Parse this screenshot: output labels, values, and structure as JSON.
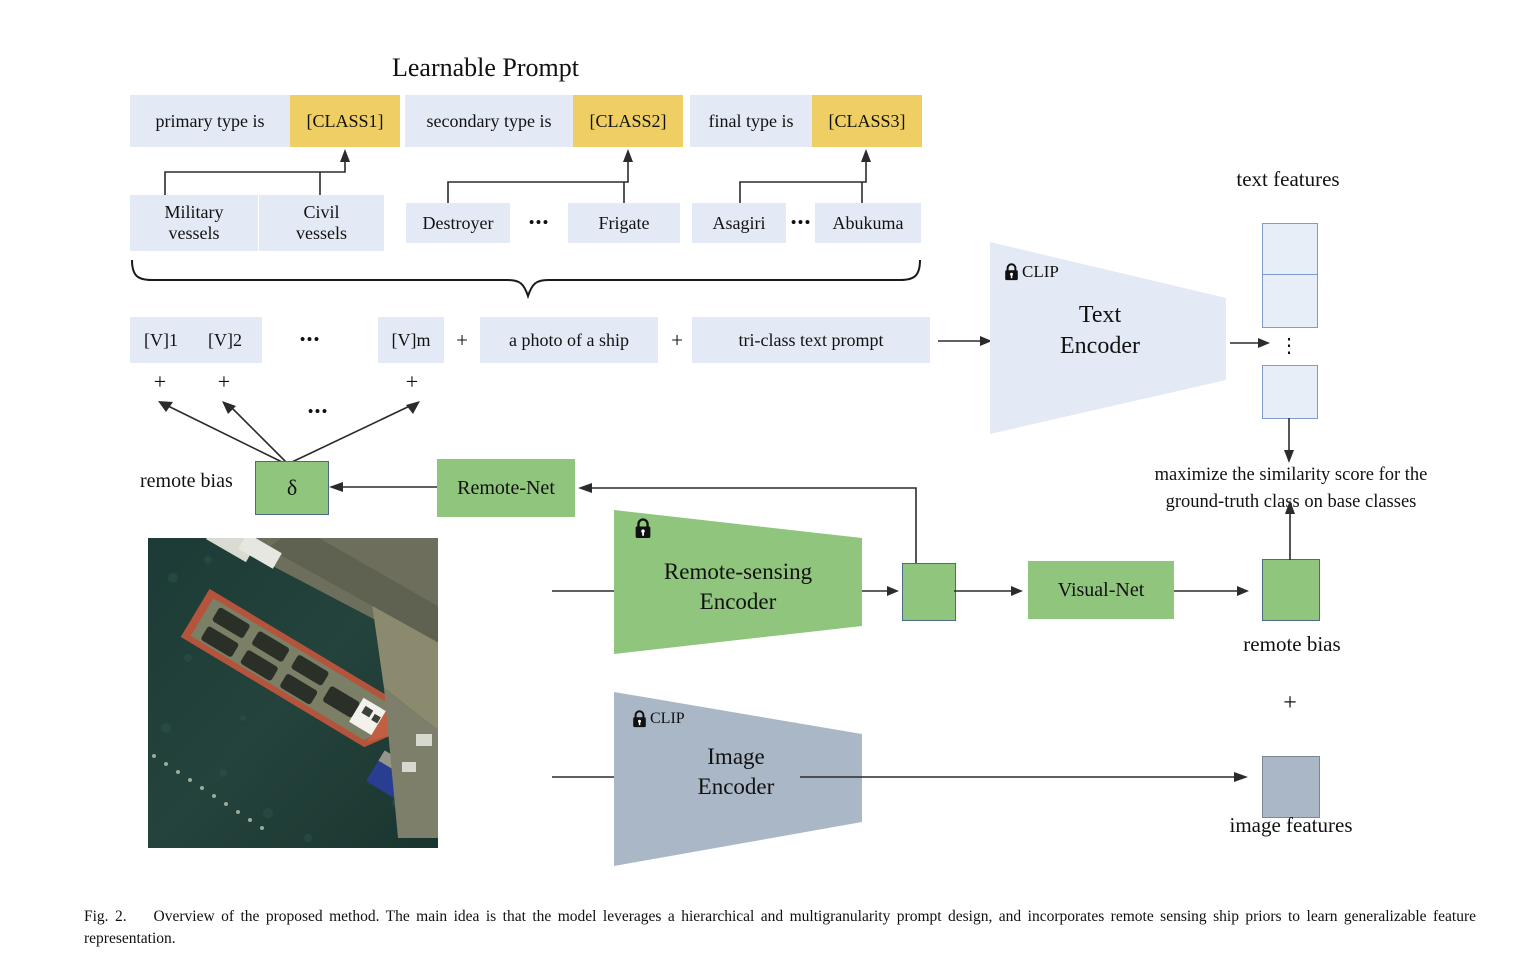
{
  "figure": {
    "title": "Learnable  Prompt",
    "caption_label": "Fig. 2.",
    "caption_text": "Overview of the proposed method. The main idea is that the model leverages a hierarchical and multigranularity prompt design, and incorporates remote sensing ship priors to learn generalizable feature representation."
  },
  "prompt_row": [
    {
      "label": "primary type is",
      "style": "light-blue"
    },
    {
      "label": "[CLASS1]",
      "style": "yellow"
    },
    {
      "label": "secondary type is",
      "style": "light-blue"
    },
    {
      "label": "[CLASS2]",
      "style": "yellow"
    },
    {
      "label": "final type is",
      "style": "light-blue"
    },
    {
      "label": "[CLASS3]",
      "style": "yellow"
    }
  ],
  "class_row": {
    "group1": [
      "Military\nvessels",
      "Civil\nvessels"
    ],
    "group2": [
      "Destroyer",
      "Frigate"
    ],
    "group2_ellipsis": "•••",
    "group3": [
      "Asagiri",
      "Abukuma"
    ],
    "group3_ellipsis": "•••"
  },
  "token_row": {
    "tokens": [
      "[V]1",
      "[V]2",
      "[V]m"
    ],
    "token_ellipsis": "•••",
    "plus_between_1": "+",
    "photo_text": "a photo of a ship",
    "plus_between_2": "+",
    "triclass_text": "tri-class text prompt",
    "plus_under": [
      "+",
      "+",
      "+"
    ],
    "arrow_ellipsis": "•••"
  },
  "encoders": {
    "text_encoder": {
      "line1": "Text",
      "line2": "Encoder",
      "lock_label": "CLIP",
      "lock_icon": "lock-icon"
    },
    "remote_encoder": {
      "line1": "Remote-sensing",
      "line2": "Encoder",
      "lock_label": "",
      "lock_icon": "lock-icon"
    },
    "image_encoder": {
      "line1": "Image",
      "line2": "Encoder",
      "lock_label": "CLIP",
      "lock_icon": "lock-icon"
    }
  },
  "nets": {
    "remote_net": "Remote-Net",
    "visual_net": "Visual-Net"
  },
  "labels": {
    "text_features": "text features",
    "remote_bias_left": "remote bias",
    "remote_bias_right": "remote bias",
    "image_features": "image features",
    "delta": "δ",
    "objective_line1": "maximize the similarity score for the",
    "objective_line2": "ground-truth class on base classes",
    "plus_sum": "+",
    "vertical_dots": "⋮"
  },
  "colors": {
    "light_blue": "#e3eaf5",
    "yellow": "#efcf63",
    "green": "#90c57d",
    "grey_blue": "#aab7c6",
    "feature_border": "#7f9dc9",
    "line": "#2b2b2b"
  }
}
